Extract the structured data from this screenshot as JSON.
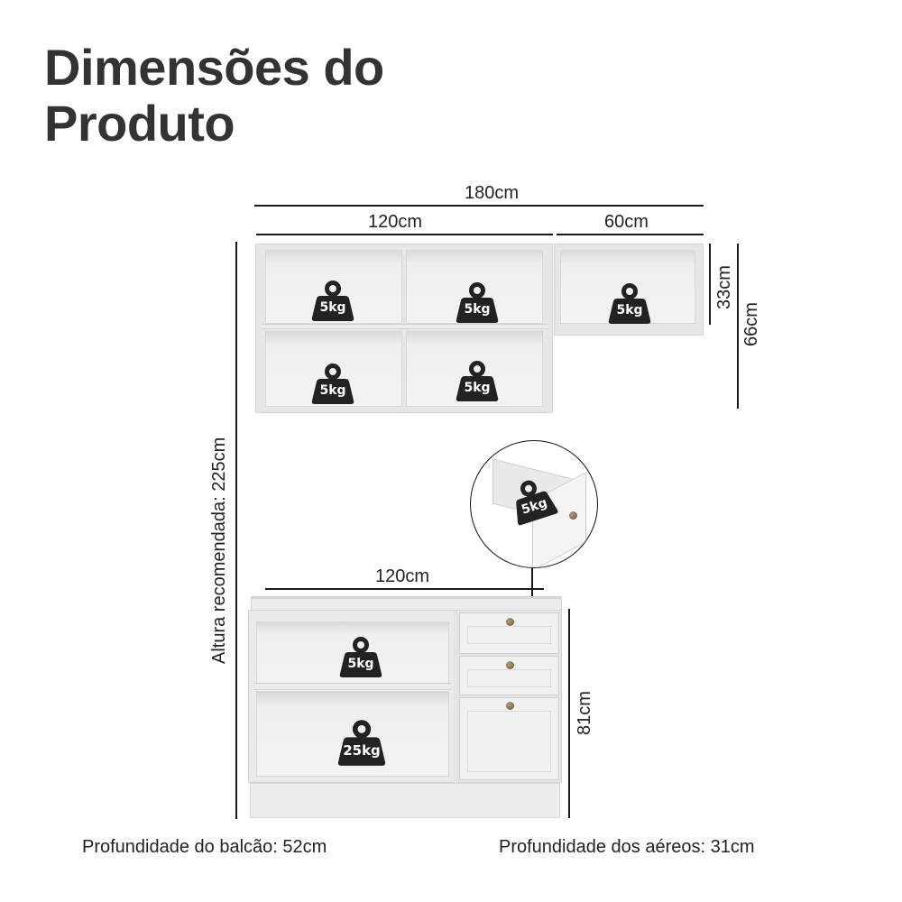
{
  "header": {
    "title_line1": "Dimensões do",
    "title_line2": "Produto"
  },
  "dimensions": {
    "total_width": "180cm",
    "upper_left_width": "120cm",
    "upper_right_width": "60cm",
    "upper_cabinet_height": "33cm",
    "upper_total_height": "66cm",
    "recommended_height": "Altura recomendada: 225cm",
    "counter_width": "120cm",
    "counter_height": "81cm"
  },
  "upper_cabinets": {
    "left_unit": {
      "compartments": [
        {
          "position": "top-left",
          "load": "5kg"
        },
        {
          "position": "top-right",
          "load": "5kg"
        },
        {
          "position": "bottom-left",
          "load": "5kg"
        },
        {
          "position": "bottom-right",
          "load": "5kg"
        }
      ]
    },
    "right_unit": {
      "compartments": [
        {
          "position": "single",
          "load": "5kg"
        }
      ]
    }
  },
  "counter": {
    "upper_shelf_load": "5kg",
    "lower_shelf_load": "25kg",
    "drawer_detail_load": "5kg",
    "drawers": 2,
    "doors": 1
  },
  "footer": {
    "counter_depth": "Profundidade do balcão: 52cm",
    "upper_depth": "Profundidade dos aéreos: 31cm"
  },
  "colors": {
    "title": "#333333",
    "weight_icon": "#222222",
    "cabinet": "#e6e6e6",
    "knob": "#8a7358"
  }
}
